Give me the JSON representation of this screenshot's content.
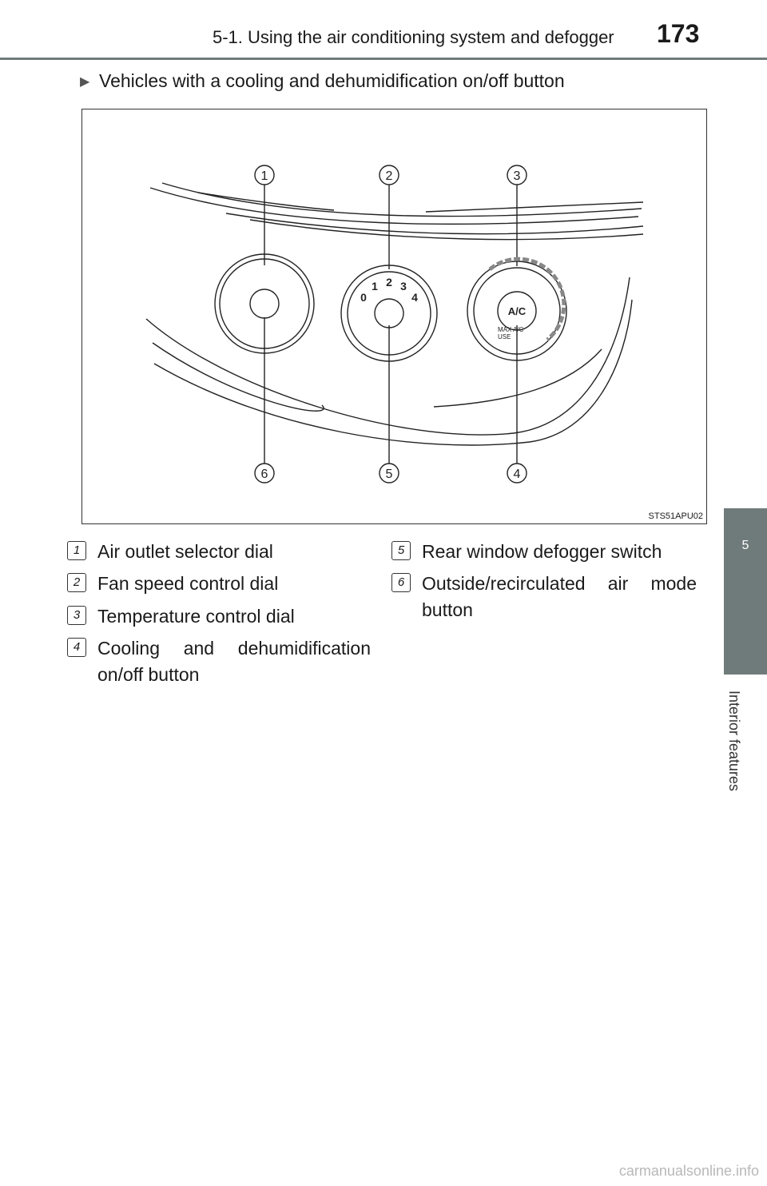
{
  "header": {
    "title": "5-1. Using the air conditioning system and defogger",
    "page_number": "173"
  },
  "section": {
    "bullet": "▶",
    "heading": "Vehicles with a cooling and dehumidification on/off button"
  },
  "figure": {
    "code": "STS51APU02",
    "callouts": [
      "1",
      "2",
      "3",
      "4",
      "5",
      "6"
    ],
    "fan_scale": [
      "0",
      "1",
      "2",
      "3",
      "4"
    ],
    "ac_label": "A/C",
    "max_ac_label": [
      "MAX A/C",
      "USE"
    ]
  },
  "legend": [
    {
      "num": "1",
      "text": "Air outlet selector dial"
    },
    {
      "num": "2",
      "text": "Fan speed control dial"
    },
    {
      "num": "3",
      "text": "Temperature control dial"
    },
    {
      "num": "4",
      "text": "Cooling and dehumidification on/off button"
    },
    {
      "num": "5",
      "text": "Rear window defogger switch"
    },
    {
      "num": "6",
      "text": "Outside/recirculated air mode button"
    }
  ],
  "side_tab": {
    "number": "5",
    "label": "Interior features"
  },
  "watermark": "carmanualsonline.info"
}
